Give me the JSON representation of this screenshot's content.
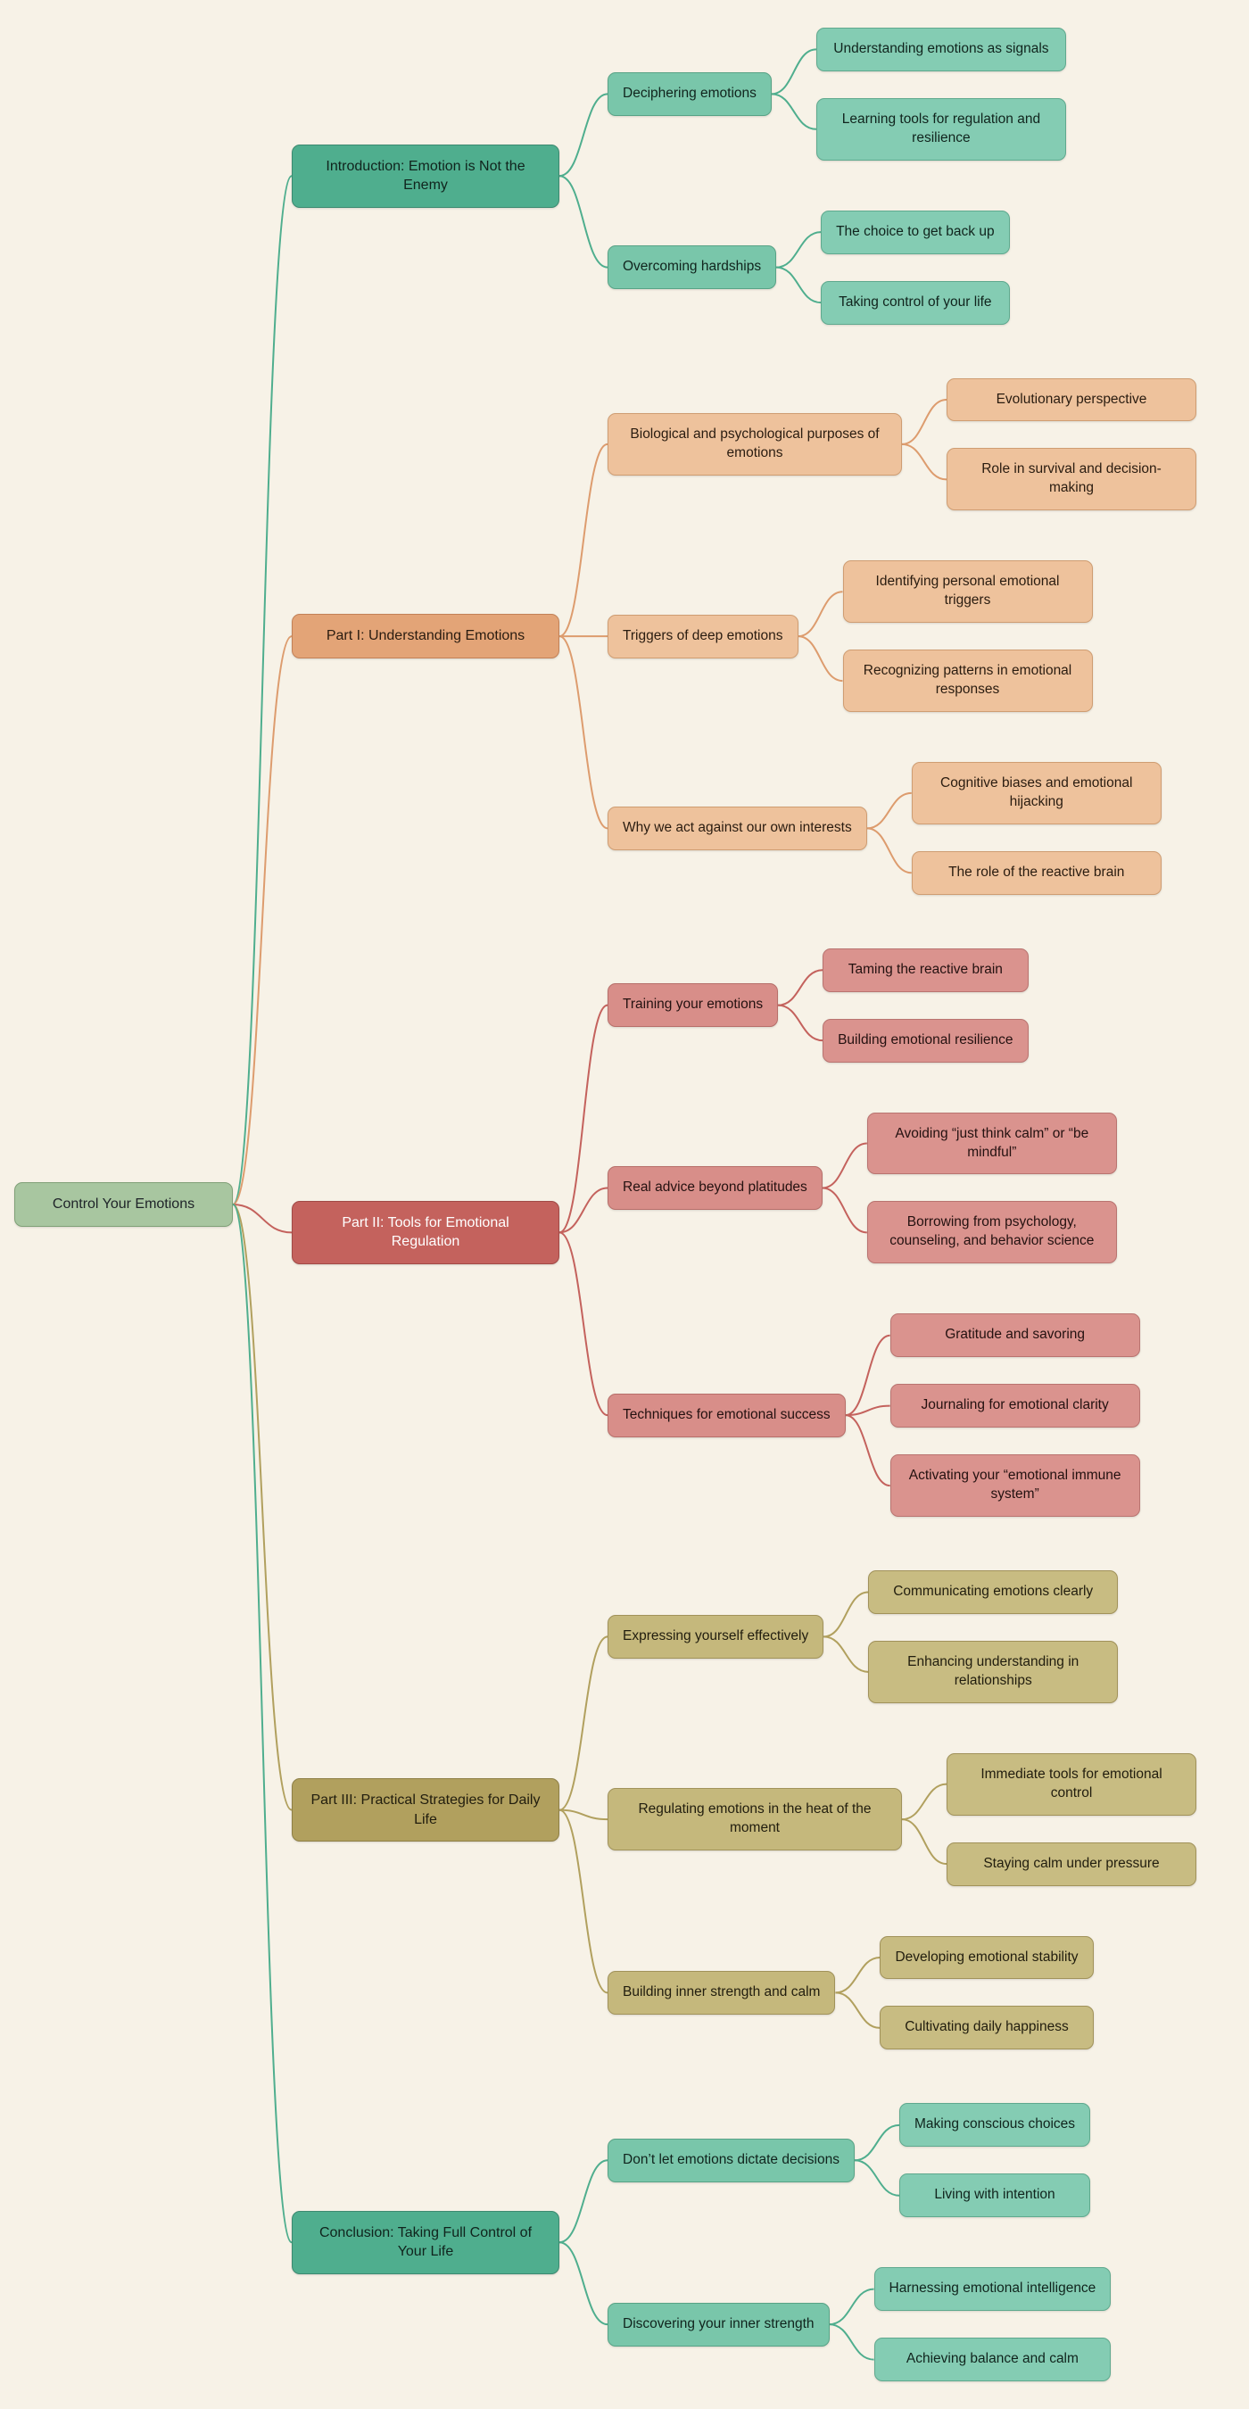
{
  "palette": {
    "background": "#f7f2e7",
    "root": {
      "fill": "#a8c6a0",
      "border": "#7fa077",
      "text": "#1e2328"
    },
    "branches": {
      "teal": {
        "line": "#4fae8e",
        "l1_fill": "#4fae8e",
        "l1_border": "#3c8a70",
        "l1_text": "#10241d",
        "l2_fill": "#79c6aa",
        "l2_border": "#58a386",
        "l3_fill": "#84ccb3",
        "l3_border": "#5fa98e",
        "text": "#10241d"
      },
      "orange": {
        "line": "#dd9c6e",
        "l1_fill": "#e3a477",
        "l1_border": "#c28157",
        "l1_text": "#2a1c10",
        "l2_fill": "#eec29c",
        "l2_border": "#cf9d72",
        "l3_fill": "#eec29c",
        "l3_border": "#cf9d72",
        "text": "#2a1c10"
      },
      "red": {
        "line": "#c4625d",
        "l1_fill": "#c4625d",
        "l1_border": "#a14a46",
        "l1_text": "#ffffff",
        "l2_fill": "#d88e89",
        "l2_border": "#b76f6a",
        "l3_fill": "#da938e",
        "l3_border": "#b97470",
        "text": "#241110"
      },
      "olive": {
        "line": "#b1a05e",
        "l1_fill": "#b1a05e",
        "l1_border": "#8e7f45",
        "l1_text": "#211d0e",
        "l2_fill": "#c5b87c",
        "l2_border": "#a1925a",
        "l3_fill": "#c8bc82",
        "l3_border": "#a1925a",
        "text": "#211d0e"
      }
    }
  },
  "root": {
    "label": "Control Your Emotions"
  },
  "branches": [
    {
      "label": "Introduction: Emotion is Not the Enemy",
      "color": "teal",
      "children": [
        {
          "label": "Deciphering emotions",
          "children": [
            {
              "label": "Understanding emotions as signals"
            },
            {
              "label": "Learning tools for regulation and resilience"
            }
          ]
        },
        {
          "label": "Overcoming hardships",
          "children": [
            {
              "label": "The choice to get back up"
            },
            {
              "label": "Taking control of your life"
            }
          ]
        }
      ]
    },
    {
      "label": "Part I: Understanding Emotions",
      "color": "orange",
      "children": [
        {
          "label": "Biological and psychological purposes of emotions",
          "children": [
            {
              "label": "Evolutionary perspective"
            },
            {
              "label": "Role in survival and decision-making"
            }
          ]
        },
        {
          "label": "Triggers of deep emotions",
          "children": [
            {
              "label": "Identifying personal emotional triggers"
            },
            {
              "label": "Recognizing patterns in emotional responses"
            }
          ]
        },
        {
          "label": "Why we act against our own interests",
          "children": [
            {
              "label": "Cognitive biases and emotional hijacking"
            },
            {
              "label": "The role of the reactive brain"
            }
          ]
        }
      ]
    },
    {
      "label": "Part II: Tools for Emotional Regulation",
      "color": "red",
      "children": [
        {
          "label": "Training your emotions",
          "children": [
            {
              "label": "Taming the reactive brain"
            },
            {
              "label": "Building emotional resilience"
            }
          ]
        },
        {
          "label": "Real advice beyond platitudes",
          "children": [
            {
              "label": "Avoiding “just think calm” or “be mindful”"
            },
            {
              "label": "Borrowing from psychology, counseling, and behavior science"
            }
          ]
        },
        {
          "label": "Techniques for emotional success",
          "children": [
            {
              "label": "Gratitude and savoring"
            },
            {
              "label": "Journaling for emotional clarity"
            },
            {
              "label": "Activating your “emotional immune system”"
            }
          ]
        }
      ]
    },
    {
      "label": "Part III: Practical Strategies for Daily Life",
      "color": "olive",
      "children": [
        {
          "label": "Expressing yourself effectively",
          "children": [
            {
              "label": "Communicating emotions clearly"
            },
            {
              "label": "Enhancing understanding in relationships"
            }
          ]
        },
        {
          "label": "Regulating emotions in the heat of the moment",
          "children": [
            {
              "label": "Immediate tools for emotional control"
            },
            {
              "label": "Staying calm under pressure"
            }
          ]
        },
        {
          "label": "Building inner strength and calm",
          "children": [
            {
              "label": "Developing emotional stability"
            },
            {
              "label": "Cultivating daily happiness"
            }
          ]
        }
      ]
    },
    {
      "label": "Conclusion: Taking Full Control of Your Life",
      "color": "teal",
      "children": [
        {
          "label": "Don’t let emotions dictate decisions",
          "children": [
            {
              "label": "Making conscious choices"
            },
            {
              "label": "Living with intention"
            }
          ]
        },
        {
          "label": "Discovering your inner strength",
          "children": [
            {
              "label": "Harnessing emotional intelligence"
            },
            {
              "label": "Achieving balance and calm"
            }
          ]
        }
      ]
    }
  ]
}
